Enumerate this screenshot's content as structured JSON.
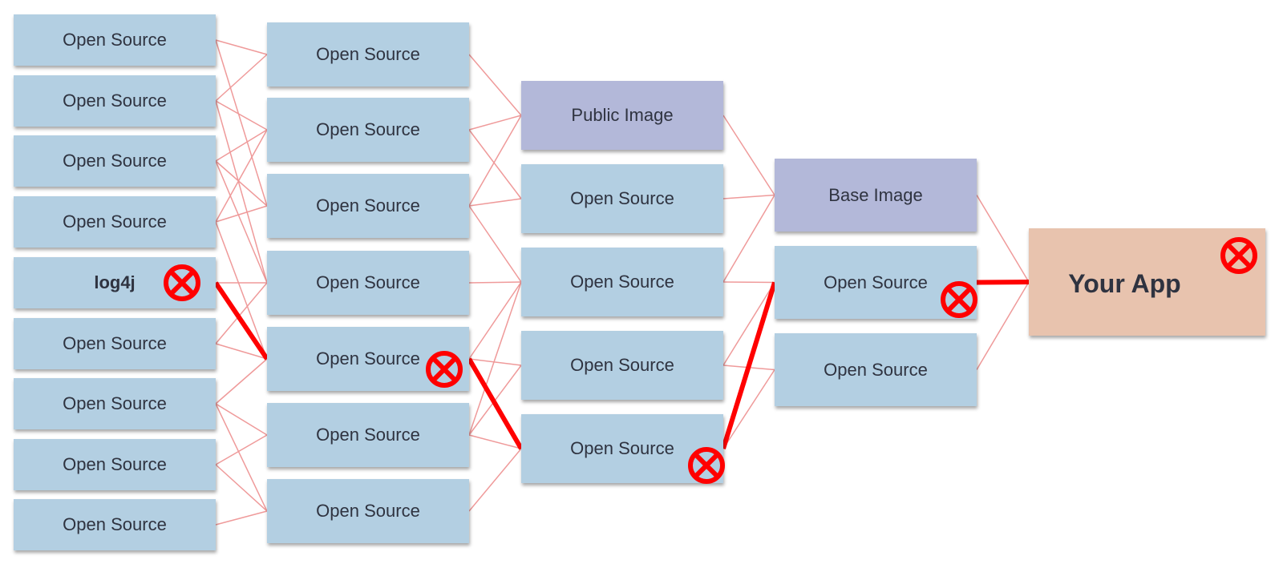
{
  "colors": {
    "open_source_fill": "#b3cfe2",
    "image_fill": "#b3b8d9",
    "app_fill": "#e8c3ae",
    "edge_color": "#ef9a9a",
    "vulnerable_color": "#ff0000",
    "text_color": "#2f3340"
  },
  "columns": [
    {
      "name": "direct-dependencies",
      "nodes": [
        {
          "id": "L1",
          "label": "Open Source",
          "type": "open-source"
        },
        {
          "id": "L2",
          "label": "Open Source",
          "type": "open-source"
        },
        {
          "id": "L3",
          "label": "Open Source",
          "type": "open-source"
        },
        {
          "id": "L4",
          "label": "Open Source",
          "type": "open-source"
        },
        {
          "id": "L5",
          "label": "log4j",
          "type": "open-source",
          "bold": true,
          "vulnerable": true
        },
        {
          "id": "L6",
          "label": "Open Source",
          "type": "open-source"
        },
        {
          "id": "L7",
          "label": "Open Source",
          "type": "open-source"
        },
        {
          "id": "L8",
          "label": "Open Source",
          "type": "open-source"
        },
        {
          "id": "L9",
          "label": "Open Source",
          "type": "open-source"
        }
      ]
    },
    {
      "name": "layer-2",
      "nodes": [
        {
          "id": "C1",
          "label": "Open Source",
          "type": "open-source"
        },
        {
          "id": "C2",
          "label": "Open Source",
          "type": "open-source"
        },
        {
          "id": "C3",
          "label": "Open Source",
          "type": "open-source"
        },
        {
          "id": "C4",
          "label": "Open Source",
          "type": "open-source"
        },
        {
          "id": "C5",
          "label": "Open Source",
          "type": "open-source",
          "vulnerable": true
        },
        {
          "id": "C6",
          "label": "Open Source",
          "type": "open-source"
        },
        {
          "id": "C7",
          "label": "Open Source",
          "type": "open-source"
        }
      ]
    },
    {
      "name": "layer-3",
      "nodes": [
        {
          "id": "M1",
          "label": "Public Image",
          "type": "image"
        },
        {
          "id": "M2",
          "label": "Open Source",
          "type": "open-source"
        },
        {
          "id": "M3",
          "label": "Open Source",
          "type": "open-source"
        },
        {
          "id": "M4",
          "label": "Open Source",
          "type": "open-source"
        },
        {
          "id": "M5",
          "label": "Open Source",
          "type": "open-source",
          "vulnerable": true
        }
      ]
    },
    {
      "name": "layer-4",
      "nodes": [
        {
          "id": "B1",
          "label": "Base Image",
          "type": "image"
        },
        {
          "id": "B2",
          "label": "Open Source",
          "type": "open-source",
          "vulnerable": true
        },
        {
          "id": "B3",
          "label": "Open Source",
          "type": "open-source"
        }
      ]
    },
    {
      "name": "application",
      "nodes": [
        {
          "id": "APP",
          "label": "Your App",
          "type": "app",
          "bold": true,
          "vulnerable": true
        }
      ]
    }
  ],
  "edges": [
    {
      "from": "L1",
      "to": "C1"
    },
    {
      "from": "L1",
      "to": "C3"
    },
    {
      "from": "L2",
      "to": "C1"
    },
    {
      "from": "L2",
      "to": "C2"
    },
    {
      "from": "L2",
      "to": "C4"
    },
    {
      "from": "L3",
      "to": "C2"
    },
    {
      "from": "L3",
      "to": "C3"
    },
    {
      "from": "L3",
      "to": "C4"
    },
    {
      "from": "L4",
      "to": "C2"
    },
    {
      "from": "L4",
      "to": "C3"
    },
    {
      "from": "L4",
      "to": "C5"
    },
    {
      "from": "L5",
      "to": "C4"
    },
    {
      "from": "L5",
      "to": "C5",
      "vulnerable": true
    },
    {
      "from": "L6",
      "to": "C4"
    },
    {
      "from": "L6",
      "to": "C5"
    },
    {
      "from": "L7",
      "to": "C5"
    },
    {
      "from": "L7",
      "to": "C6"
    },
    {
      "from": "L7",
      "to": "C7"
    },
    {
      "from": "L8",
      "to": "C6"
    },
    {
      "from": "L8",
      "to": "C7"
    },
    {
      "from": "L9",
      "to": "C7"
    },
    {
      "from": "C1",
      "to": "M1"
    },
    {
      "from": "C2",
      "to": "M1"
    },
    {
      "from": "C2",
      "to": "M2"
    },
    {
      "from": "C3",
      "to": "M1"
    },
    {
      "from": "C3",
      "to": "M2"
    },
    {
      "from": "C3",
      "to": "M3"
    },
    {
      "from": "C4",
      "to": "M3"
    },
    {
      "from": "C5",
      "to": "M3"
    },
    {
      "from": "C5",
      "to": "M4"
    },
    {
      "from": "C5",
      "to": "M5",
      "vulnerable": true
    },
    {
      "from": "C6",
      "to": "M3"
    },
    {
      "from": "C6",
      "to": "M4"
    },
    {
      "from": "C6",
      "to": "M5"
    },
    {
      "from": "C7",
      "to": "M5"
    },
    {
      "from": "M1",
      "to": "B1"
    },
    {
      "from": "M2",
      "to": "B1"
    },
    {
      "from": "M3",
      "to": "B1"
    },
    {
      "from": "M3",
      "to": "B2"
    },
    {
      "from": "M4",
      "to": "B2"
    },
    {
      "from": "M4",
      "to": "B3"
    },
    {
      "from": "M5",
      "to": "B2",
      "vulnerable": true
    },
    {
      "from": "M5",
      "to": "B3"
    },
    {
      "from": "B1",
      "to": "APP"
    },
    {
      "from": "B2",
      "to": "APP",
      "vulnerable": true
    },
    {
      "from": "B3",
      "to": "APP"
    }
  ],
  "markers": [
    {
      "node": "L5",
      "icon": "vulnerability-x-icon"
    },
    {
      "node": "C5",
      "icon": "vulnerability-x-icon"
    },
    {
      "node": "M5",
      "icon": "vulnerability-x-icon"
    },
    {
      "node": "B2",
      "icon": "vulnerability-x-icon"
    },
    {
      "node": "APP",
      "icon": "vulnerability-x-icon"
    }
  ]
}
